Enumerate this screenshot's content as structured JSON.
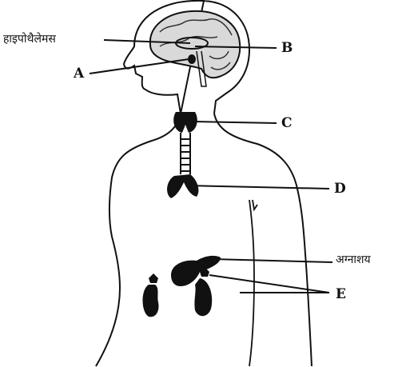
{
  "labels": {
    "hypothalamus": "हाइपोथैलेमस",
    "a": "A",
    "b": "B",
    "c": "C",
    "d": "D",
    "pancreas": "अग्नाशय",
    "e": "E"
  },
  "colors": {
    "ink": "#111111",
    "brain_fill": "#d9d9d9",
    "background": "#ffffff"
  }
}
